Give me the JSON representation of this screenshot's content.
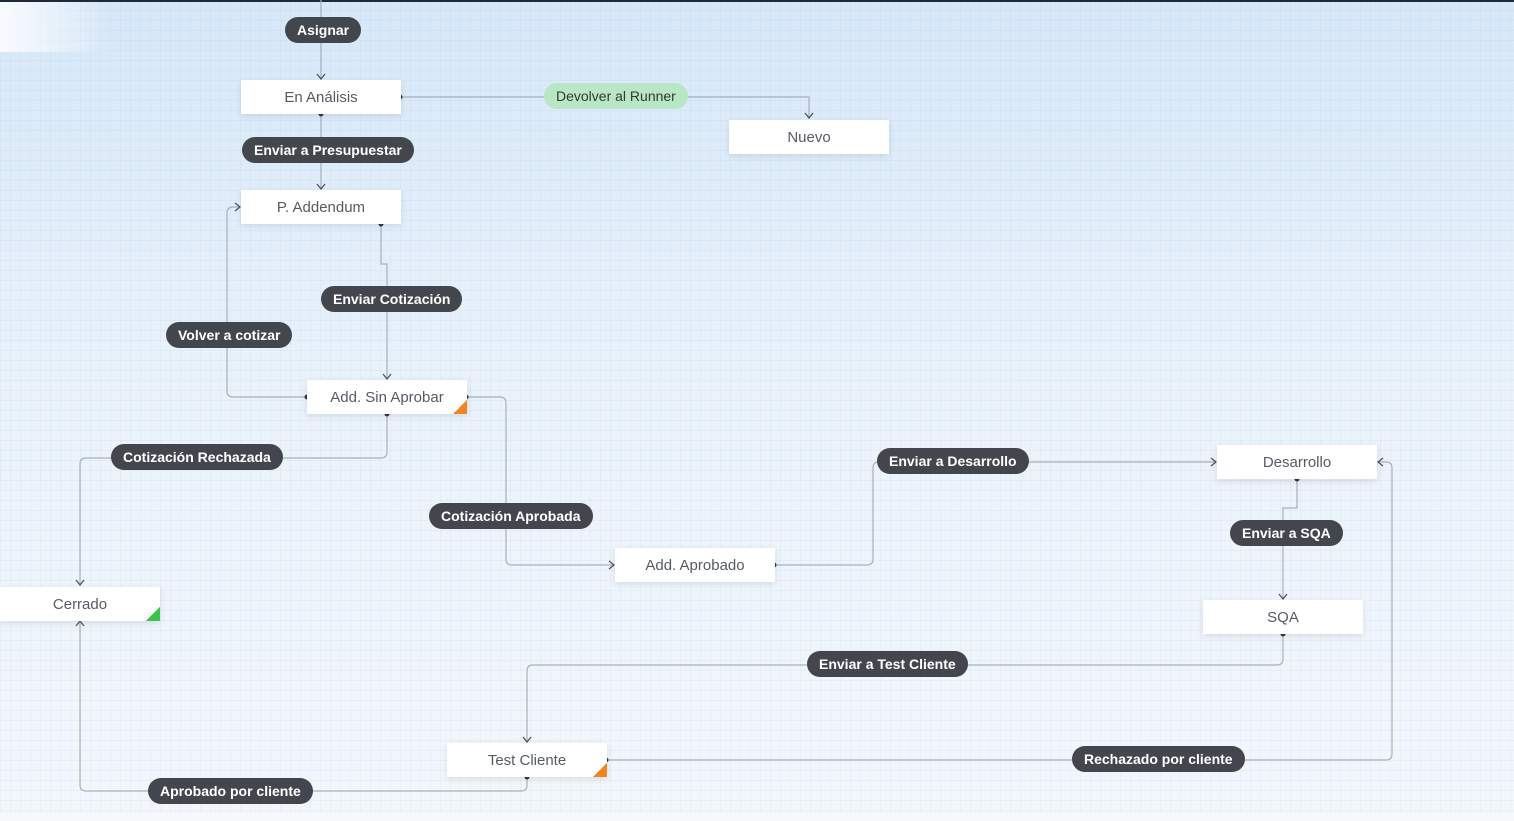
{
  "states": [
    {
      "id": "en_analisis",
      "label": "En Análisis"
    },
    {
      "id": "nuevo",
      "label": "Nuevo"
    },
    {
      "id": "p_addendum",
      "label": "P. Addendum"
    },
    {
      "id": "add_sin_aprobar",
      "label": "Add. Sin Aprobar",
      "flag": "orange"
    },
    {
      "id": "cerrado",
      "label": "Cerrado",
      "flag": "green"
    },
    {
      "id": "add_aprobado",
      "label": "Add. Aprobado"
    },
    {
      "id": "desarrollo",
      "label": "Desarrollo"
    },
    {
      "id": "sqa",
      "label": "SQA"
    },
    {
      "id": "test_cliente",
      "label": "Test Cliente",
      "flag": "orange"
    }
  ],
  "transitions": [
    {
      "id": "asignar",
      "label": "Asignar",
      "to": "en_analisis"
    },
    {
      "id": "devolver_runner",
      "label": "Devolver al Runner",
      "from": "en_analisis",
      "to": "nuevo",
      "style": "green"
    },
    {
      "id": "enviar_presupuestar",
      "label": "Enviar a Presupuestar",
      "from": "en_analisis",
      "to": "p_addendum"
    },
    {
      "id": "enviar_cotizacion",
      "label": "Enviar Cotización",
      "from": "p_addendum",
      "to": "add_sin_aprobar"
    },
    {
      "id": "volver_cotizar",
      "label": "Volver a cotizar",
      "from": "add_sin_aprobar",
      "to": "p_addendum"
    },
    {
      "id": "cotizacion_rechazada",
      "label": "Cotización Rechazada",
      "from": "add_sin_aprobar",
      "to": "cerrado"
    },
    {
      "id": "cotizacion_aprobada",
      "label": "Cotización Aprobada",
      "from": "add_sin_aprobar",
      "to": "add_aprobado"
    },
    {
      "id": "enviar_desarrollo",
      "label": "Enviar a Desarrollo",
      "from": "add_aprobado",
      "to": "desarrollo"
    },
    {
      "id": "enviar_sqa",
      "label": "Enviar a SQA",
      "from": "desarrollo",
      "to": "sqa"
    },
    {
      "id": "enviar_test_cliente",
      "label": "Enviar a Test Cliente",
      "from": "sqa",
      "to": "test_cliente"
    },
    {
      "id": "rechazado_cliente",
      "label": "Rechazado por cliente",
      "from": "test_cliente",
      "to": "desarrollo"
    },
    {
      "id": "aprobado_cliente",
      "label": "Aprobado por cliente",
      "from": "test_cliente",
      "to": "cerrado"
    }
  ],
  "colors": {
    "node_background": "#ffffff",
    "node_text": "#555b63",
    "label_background": "#43474d",
    "label_text": "#ffffff",
    "label_green_background": "#b9e7c5",
    "edge": "#a7b0ba",
    "flag_orange": "#f0841f",
    "flag_green": "#3cc34a"
  }
}
